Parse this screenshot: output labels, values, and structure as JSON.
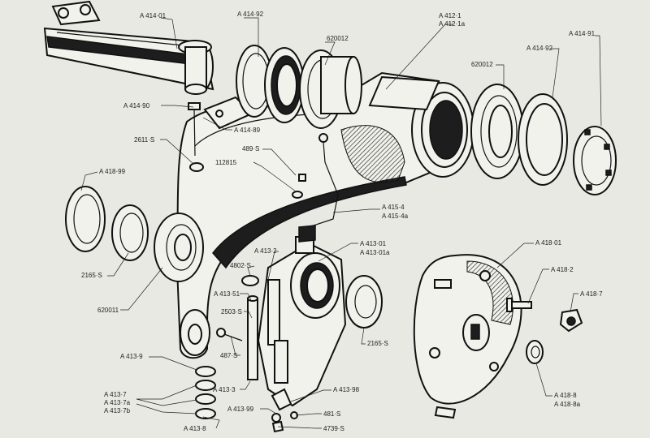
{
  "labels": [
    {
      "id": "A414-01",
      "text": "A 414·01"
    },
    {
      "id": "A414-92-top",
      "text": "A 414·92"
    },
    {
      "id": "620012-top",
      "text": "620012"
    },
    {
      "id": "A412-1",
      "text": "A 412·1"
    },
    {
      "id": "A412-1a",
      "text": "A 412·1a"
    },
    {
      "id": "A414-91",
      "text": "A 414·91"
    },
    {
      "id": "A414-92-right",
      "text": "A 414·92"
    },
    {
      "id": "620012-right",
      "text": "620012"
    },
    {
      "id": "A414-90",
      "text": "A 414·90"
    },
    {
      "id": "A414-89",
      "text": "A 414·89"
    },
    {
      "id": "2611S",
      "text": "2611·S"
    },
    {
      "id": "489S",
      "text": "489·S"
    },
    {
      "id": "112815",
      "text": "112815"
    },
    {
      "id": "A418-99",
      "text": "A 418·99"
    },
    {
      "id": "A415-4",
      "text": "A 415·4"
    },
    {
      "id": "A415-4a",
      "text": "A 415·4a"
    },
    {
      "id": "A413-01",
      "text": "A 413·01"
    },
    {
      "id": "A413-01a",
      "text": "A 413·01a"
    },
    {
      "id": "A418-01",
      "text": "A 418·01"
    },
    {
      "id": "A413-2",
      "text": "A 413·2"
    },
    {
      "id": "2165S-left",
      "text": "2165·S"
    },
    {
      "id": "4802S",
      "text": "4802·S"
    },
    {
      "id": "A418-2",
      "text": "A 418·2"
    },
    {
      "id": "A413-51",
      "text": "A 413·51"
    },
    {
      "id": "A418-7",
      "text": "A 418·7"
    },
    {
      "id": "620011",
      "text": "620011"
    },
    {
      "id": "2503S",
      "text": "2503·S"
    },
    {
      "id": "2165S-right",
      "text": "2165·S"
    },
    {
      "id": "487S",
      "text": "487·S"
    },
    {
      "id": "A413-9",
      "text": "A 413·9"
    },
    {
      "id": "A413-7",
      "text": "A 413·7"
    },
    {
      "id": "A413-7a",
      "text": "A 413·7a"
    },
    {
      "id": "A413-7b",
      "text": "A 413·7b"
    },
    {
      "id": "A413-3",
      "text": "A 413·3"
    },
    {
      "id": "A413-98",
      "text": "A 413·98"
    },
    {
      "id": "A413-99",
      "text": "A 413·99"
    },
    {
      "id": "481S",
      "text": "481·S"
    },
    {
      "id": "A413-8",
      "text": "A 413·8"
    },
    {
      "id": "4739S",
      "text": "4739·S"
    },
    {
      "id": "A418-8",
      "text": "A 418·8"
    },
    {
      "id": "A418-8a",
      "text": "A 418·8a"
    }
  ]
}
